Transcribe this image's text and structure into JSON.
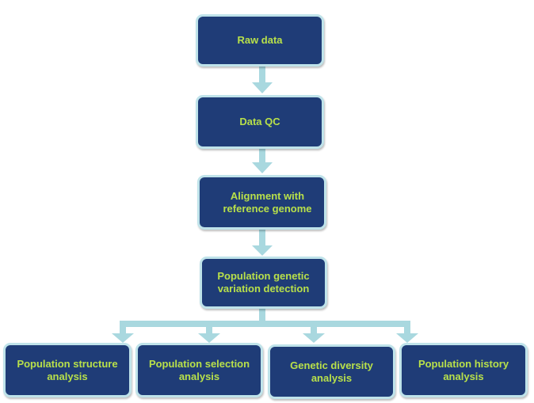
{
  "colors": {
    "box_fill": "#1f3c77",
    "box_border": "#bfe3ea",
    "box_text": "#b8e04a",
    "arrow": "#a9d8df"
  },
  "nodes": {
    "raw_data": "Raw data",
    "data_qc": "Data QC",
    "alignment": "Alignment with reference genome",
    "variation_detection": "Population genetic variation detection",
    "structure_analysis": "Population structure analysis",
    "selection_analysis": "Population selection analysis",
    "diversity_analysis": "Genetic diversity analysis",
    "history_analysis": "Population history analysis"
  }
}
